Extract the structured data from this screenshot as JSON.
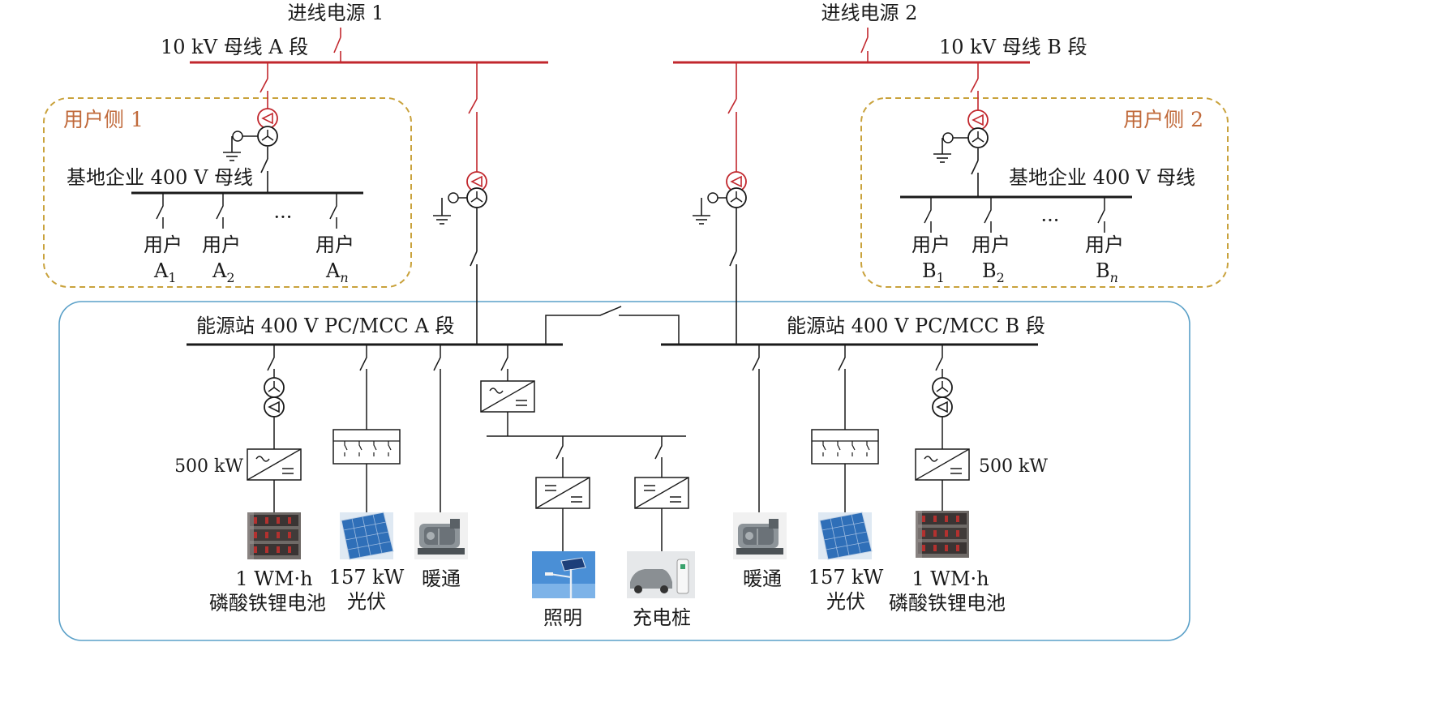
{
  "sources": {
    "source1": "进线电源 1",
    "source2": "进线电源 2"
  },
  "buses": {
    "bus_a_10kv": "10 kV 母线 A 段",
    "bus_b_10kv": "10 kV 母线 B 段",
    "station_bus_a": "能源站 400 V PC/MCC A 段",
    "station_bus_b": "能源站 400 V PC/MCC B 段"
  },
  "user_side_1": {
    "title": "用户侧 1",
    "bus": "基地企业 400 V 母线",
    "users": [
      {
        "label": "用户",
        "id": "A",
        "sub": "1"
      },
      {
        "label": "用户",
        "id": "A",
        "sub": "2"
      },
      {
        "label": "用户",
        "id": "A",
        "sub": "n"
      }
    ],
    "ellipsis": "···"
  },
  "user_side_2": {
    "title": "用户侧 2",
    "bus": "基地企业 400 V 母线",
    "users": [
      {
        "label": "用户",
        "id": "B",
        "sub": "1"
      },
      {
        "label": "用户",
        "id": "B",
        "sub": "2"
      },
      {
        "label": "用户",
        "id": "B",
        "sub": "n"
      }
    ],
    "ellipsis": "···"
  },
  "station_loads": {
    "battery_a": {
      "power": "500 kW",
      "capacity": "1 WM·h",
      "name": "磷酸铁锂电池"
    },
    "pv_a": {
      "power": "157 kW",
      "name": "光伏"
    },
    "hvac_a": {
      "name": "暖通"
    },
    "lighting": {
      "name": "照明"
    },
    "charger": {
      "name": "充电桩"
    },
    "hvac_b": {
      "name": "暖通"
    },
    "pv_b": {
      "power": "157 kW",
      "name": "光伏"
    },
    "battery_b": {
      "power": "500 kW",
      "capacity": "1 WM·h",
      "name": "磷酸铁锂电池"
    }
  },
  "colors": {
    "hv_line": "#c1272d",
    "lv_line": "#1a1a1a",
    "user_zone_border": "#c9a23c",
    "user_zone_title": "#c0693a",
    "station_border": "#5aa0c8"
  },
  "icons": {
    "battery": "battery-rack-icon",
    "pv": "solar-panel-icon",
    "hvac": "hvac-unit-icon",
    "lighting": "solar-street-light-icon",
    "charger": "ev-charger-icon"
  }
}
